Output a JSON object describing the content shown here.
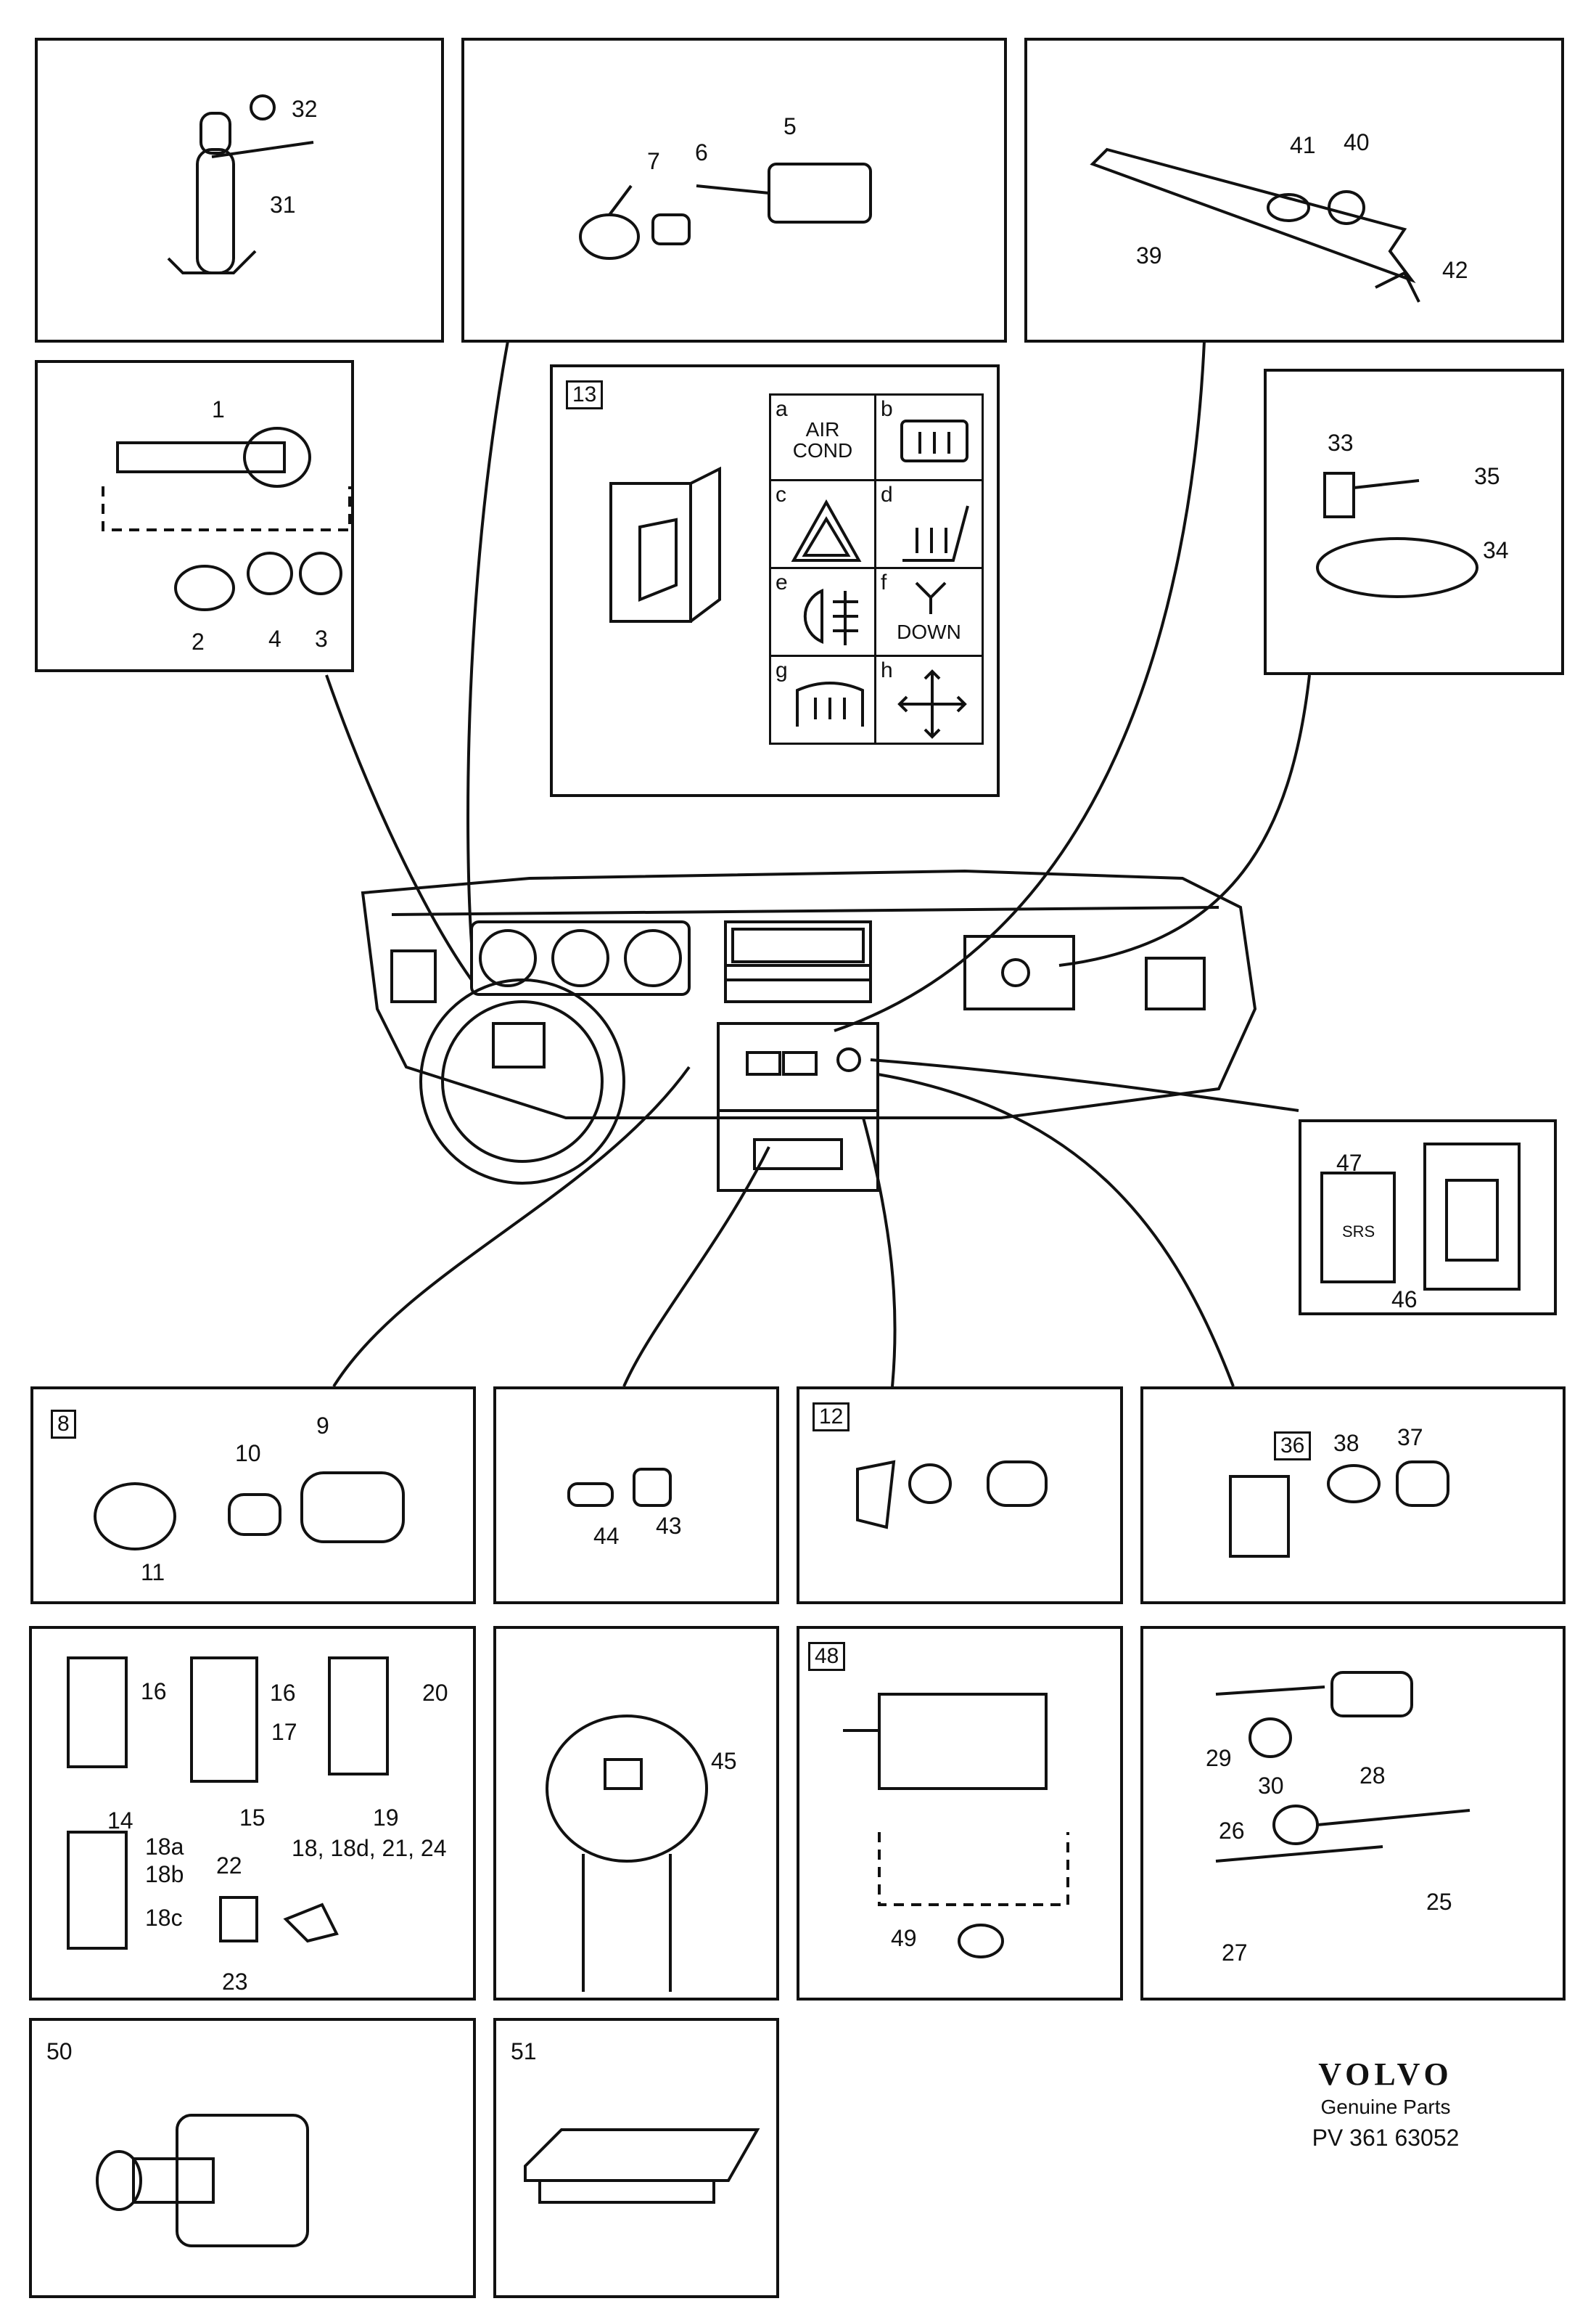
{
  "panels": {
    "p1": {
      "labels": [
        "32",
        "31"
      ]
    },
    "p2": {
      "labels": [
        "5",
        "7",
        "6"
      ]
    },
    "p3": {
      "labels": [
        "41",
        "40",
        "39",
        "42"
      ]
    },
    "p4": {
      "labels": [
        "1",
        "2",
        "4",
        "3"
      ]
    },
    "p13": {
      "box": "13",
      "cells": [
        {
          "letter": "a",
          "text": "AIR\nCOND"
        },
        {
          "letter": "b",
          "text": ""
        },
        {
          "letter": "c",
          "text": ""
        },
        {
          "letter": "d",
          "text": ""
        },
        {
          "letter": "e",
          "text": ""
        },
        {
          "letter": "f",
          "text": "DOWN"
        },
        {
          "letter": "g",
          "text": ""
        },
        {
          "letter": "h",
          "text": ""
        }
      ]
    },
    "p5": {
      "labels": [
        "33",
        "35",
        "34"
      ]
    },
    "p47": {
      "labels": [
        "47",
        "46"
      ],
      "srs": "SRS"
    },
    "p8": {
      "box": "8",
      "labels": [
        "10",
        "9",
        "11"
      ]
    },
    "p44": {
      "labels": [
        "44",
        "43"
      ]
    },
    "p12": {
      "box": "12"
    },
    "p36": {
      "box": "36",
      "labels": [
        "38",
        "37"
      ]
    },
    "p14": {
      "labels": [
        "16",
        "16",
        "17",
        "20",
        "14",
        "15",
        "19",
        "18a",
        "18b",
        "18c",
        "22",
        "23",
        "18, 18d, 21, 24"
      ]
    },
    "p45": {
      "labels": [
        "45"
      ]
    },
    "p48": {
      "box": "48",
      "labels": [
        "49"
      ]
    },
    "p25": {
      "labels": [
        "29",
        "30",
        "28",
        "26",
        "25",
        "27"
      ]
    },
    "p50": {
      "labels": [
        "50"
      ]
    },
    "p51": {
      "labels": [
        "51"
      ]
    }
  },
  "brand": {
    "logo": "VOLVO",
    "line1": "Genuine Parts",
    "line2": "PV 361 63052"
  }
}
